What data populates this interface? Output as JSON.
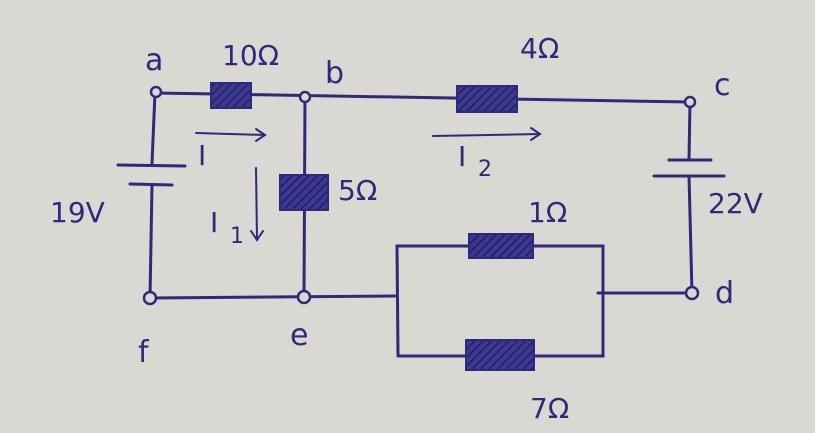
{
  "colors": {
    "paper": "#d9d8d3",
    "ink": "#2e2a7a",
    "hatch": "#2e2a7a"
  },
  "nodes": {
    "a": "a",
    "b": "b",
    "c": "c",
    "d": "d",
    "e": "e",
    "f": "f"
  },
  "resistors": {
    "r_ab": "10Ω",
    "r_bc": "4Ω",
    "r_be": "5Ω",
    "r_top_parallel": "1Ω",
    "r_bottom_parallel": "7Ω"
  },
  "sources": {
    "left": "19V",
    "right": "22V"
  },
  "currents": {
    "main": "I",
    "branch_down": "I",
    "branch_down_sub": "1",
    "branch_right": "I",
    "branch_right_sub": "2"
  }
}
